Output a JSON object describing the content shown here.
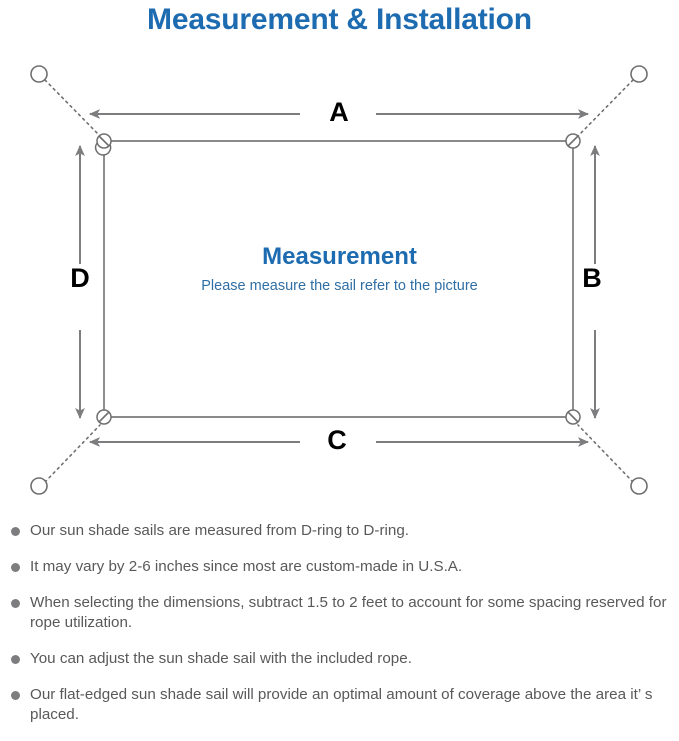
{
  "page": {
    "title": "Measurement & Installation",
    "title_color": "#1d6bb0",
    "background": "#ffffff"
  },
  "diagram": {
    "name": "sun-shade-sail-measurement-diagram",
    "center_heading": "Measurement",
    "center_subtext": "Please measure the sail refer to the picture",
    "center_heading_color": "#1d6bb0",
    "center_subtext_color": "#2f6fa5",
    "sail_outline_color": "#7a7a7c",
    "arrow_color": "#7d7d7f",
    "rope_color": "#6f6f71",
    "dimension_labels": {
      "top": "A",
      "right": "B",
      "bottom": "C",
      "left": "D"
    },
    "d_ring_count": 4,
    "anchor_ring_count": 4
  },
  "notes": [
    "Our sun shade sails are measured from D-ring to D-ring.",
    "It may vary by 2-6 inches since most are custom-made in U.S.A.",
    "When selecting the dimensions, subtract 1.5 to 2 feet to account for some spacing reserved for rope utilization.",
    "You can adjust the sun shade sail with the included rope.",
    "Our flat-edged sun shade sail will provide an optimal amount of coverage above the area it’ s placed."
  ]
}
